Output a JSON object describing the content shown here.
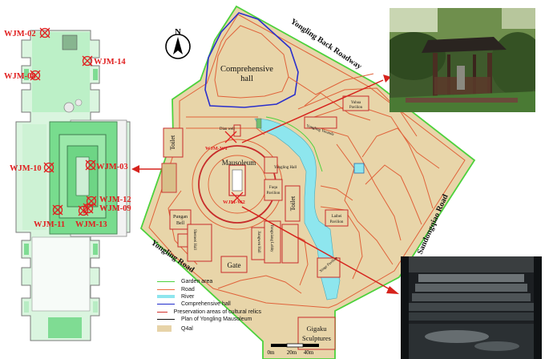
{
  "map_labels": {
    "comprehensive_hall": [
      "Comprehensive",
      "hall"
    ],
    "mausoleum": "Mausoleum",
    "toilet_left": "Toilet",
    "toilet_right": "Toilet",
    "yongling_back_roadway": "Yongling Back Roadway",
    "yongling_road": "Yongling Road",
    "sandongqiao_road": "Sandongqiao Road",
    "yuhua_pavilion": [
      "Yuhua",
      "Pavilion"
    ],
    "yongling_veranda": "Yongling Veranda",
    "yongling_hall": "Yongling Hall",
    "fuqu_pavilion": [
      "Fuqu",
      "Pavilion"
    ],
    "laibei_pavilion": [
      "Laibei",
      "Pavilion"
    ],
    "pungan_bell": [
      "Pungan",
      "Bell"
    ],
    "side_hall_1": "Shenwei Hall",
    "side_hall_2": "Jiangwen Hall",
    "side_hall_3": "Yongxiang Lobby",
    "gate": "Gate",
    "right_pavilion": "Xinge Pavilion",
    "gigaku": [
      "Gigaku",
      "Sculptures"
    ],
    "dian_well": "Dian well",
    "north": "N"
  },
  "sample_points": {
    "map": [
      "WJM-W1",
      "WJM-W2"
    ],
    "plan": [
      {
        "id": "WJM-02"
      },
      {
        "id": "WJM-14"
      },
      {
        "id": "WJM-08"
      },
      {
        "id": "WJM-10"
      },
      {
        "id": "WJM-03"
      },
      {
        "id": "WJM-12"
      },
      {
        "id": "WJM-09"
      },
      {
        "id": "WJM-11"
      },
      {
        "id": "WJM-13"
      }
    ]
  },
  "scale_bar": {
    "labels": [
      "0m",
      "20m",
      "40m"
    ]
  },
  "legend": [
    {
      "label": "Garden area",
      "color": "#4cd23c",
      "kind": "line"
    },
    {
      "label": "Road",
      "color": "#ec6a3c",
      "kind": "line"
    },
    {
      "label": "River",
      "color": "#8ee6ee",
      "kind": "thick"
    },
    {
      "label": "Comprehensive hall",
      "color": "#1f2bcc",
      "kind": "line"
    },
    {
      "label": "Preservation areas of cultural relics",
      "color": "#d1302b",
      "kind": "line"
    },
    {
      "label": "Plan of Yongling Mausoleum",
      "color": "#111111",
      "kind": "line"
    },
    {
      "label": "Q4al",
      "color": "#e7d3a8",
      "kind": "box"
    }
  ],
  "colors": {
    "q4al_fill": "#e8d5a9",
    "road": "#e0623a",
    "relic": "#c72c2b",
    "garden": "#4cd23c",
    "river": "#8ee6ee",
    "hall": "#2a2fcc",
    "marker": "#e02020",
    "arrow": "#d6221c",
    "plan_green": "#5fd37a"
  }
}
